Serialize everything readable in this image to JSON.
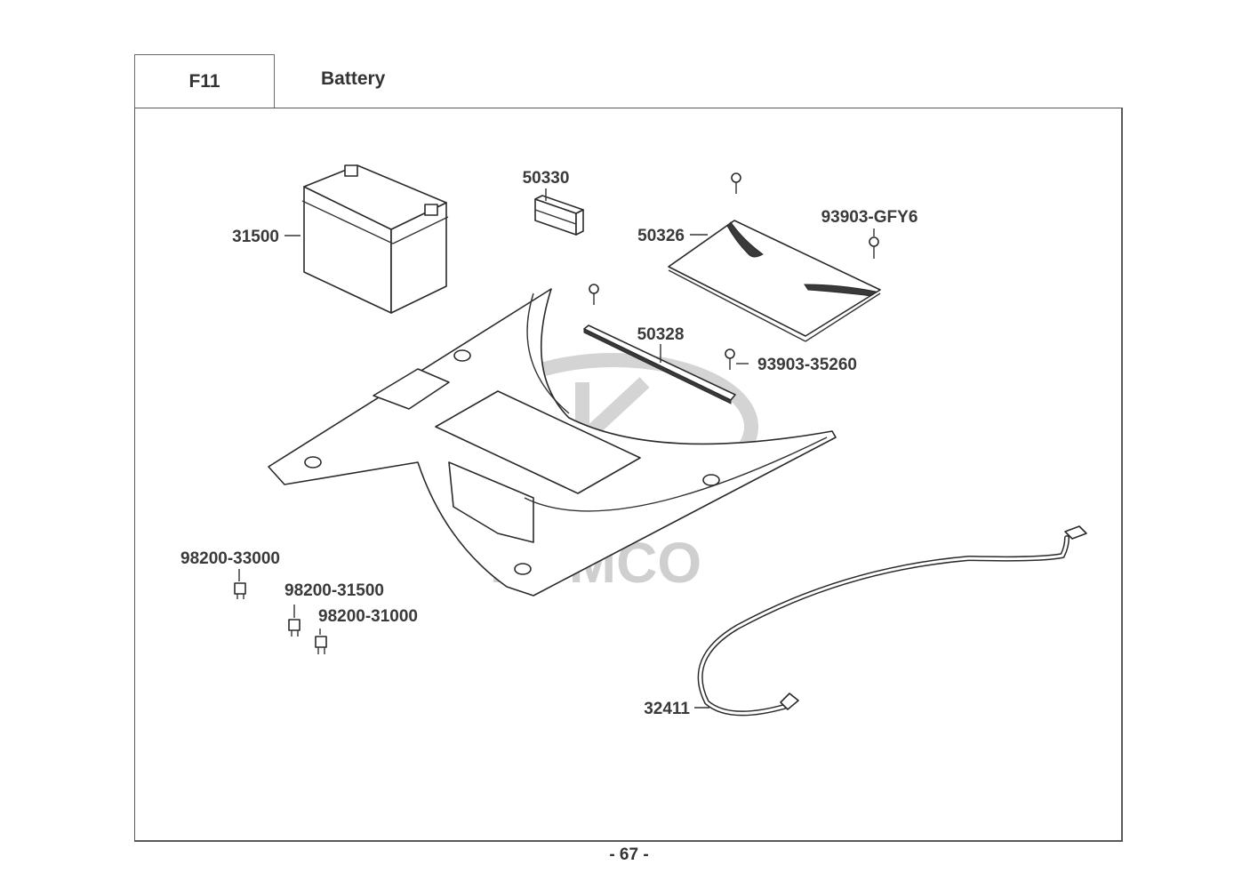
{
  "header": {
    "section_code": "F11",
    "section_title": "Battery"
  },
  "watermark": {
    "brand": "KYMCO"
  },
  "parts": [
    {
      "id": "battery",
      "number": "31500"
    },
    {
      "id": "battery-pad",
      "number": "50330"
    },
    {
      "id": "battery-cover",
      "number": "50326"
    },
    {
      "id": "cover-screw",
      "number": "93903-GFY6"
    },
    {
      "id": "battery-strap",
      "number": "50328"
    },
    {
      "id": "strap-screw",
      "number": "93903-35260"
    },
    {
      "id": "fuse-30a",
      "number": "98200-33000"
    },
    {
      "id": "fuse-15a",
      "number": "98200-31500"
    },
    {
      "id": "fuse-10a",
      "number": "98200-31000"
    },
    {
      "id": "battery-cable",
      "number": "32411"
    }
  ],
  "footer": {
    "page_number": "- 67 -"
  }
}
